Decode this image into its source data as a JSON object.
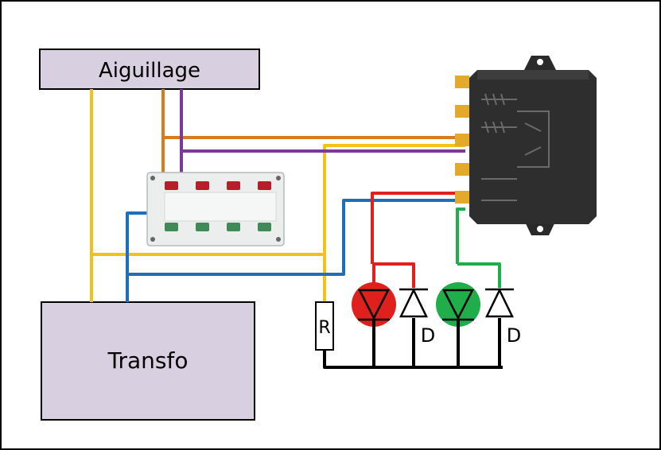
{
  "boxes": {
    "aiguillage": {
      "label": "Aiguillage",
      "fill": "#d8cfe0"
    },
    "transfo": {
      "label": "Transfo",
      "fill": "#d8cfe0"
    }
  },
  "components": {
    "resistor_label": "R",
    "diode_label_1": "D",
    "diode_label_2": "D"
  },
  "wire_colors": {
    "yellow": "#f5c018",
    "orange": "#d97a1e",
    "purple": "#7a3a9a",
    "blue": "#1f6fb8",
    "red": "#e0201c",
    "green": "#1fae4a",
    "black": "#000000"
  },
  "led_colors": {
    "red": "#e0201c",
    "green": "#1fae4a"
  },
  "button_colors": {
    "red": "#b81d2a",
    "green": "#3f8a56"
  },
  "icons": {
    "switch_panel": "push-button-panel-icon",
    "decoder": "relay-module-icon"
  }
}
